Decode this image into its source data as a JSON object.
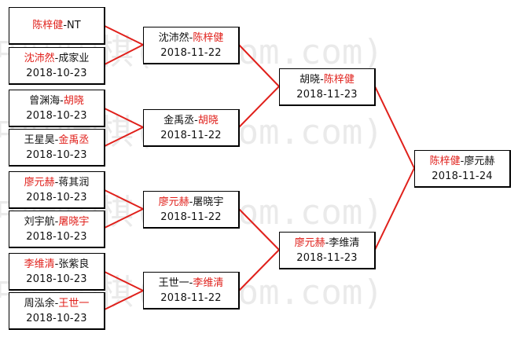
{
  "watermark": "中国围棋(hoetom.com)",
  "colors": {
    "winner": "#e0201b",
    "connector": "#e0201b",
    "border": "#000000"
  },
  "round1": [
    {
      "left": "陈梓健",
      "right": "NT",
      "winner": "left",
      "date": ""
    },
    {
      "left": "沈沛然",
      "right": "成家业",
      "winner": "left",
      "date": "2018-10-23"
    },
    {
      "left": "曾渊海",
      "right": "胡晓",
      "winner": "right",
      "date": "2018-10-23"
    },
    {
      "left": "王星昊",
      "right": "金禹丞",
      "winner": "right",
      "date": "2018-10-23"
    },
    {
      "left": "廖元赫",
      "right": "蒋其润",
      "winner": "left",
      "date": "2018-10-23"
    },
    {
      "left": "刘宇航",
      "right": "屠晓宇",
      "winner": "right",
      "date": "2018-10-23"
    },
    {
      "left": "李维清",
      "right": "张紫良",
      "winner": "left",
      "date": "2018-10-23"
    },
    {
      "left": "周泓余",
      "right": "王世一",
      "winner": "right",
      "date": "2018-10-23"
    }
  ],
  "round2": [
    {
      "left": "沈沛然",
      "right": "陈梓健",
      "winner": "right",
      "date": "2018-11-22"
    },
    {
      "left": "金禹丞",
      "right": "胡晓",
      "winner": "right",
      "date": "2018-11-22"
    },
    {
      "left": "廖元赫",
      "right": "屠晓宇",
      "winner": "left",
      "date": "2018-11-22"
    },
    {
      "left": "王世一",
      "right": "李维清",
      "winner": "right",
      "date": "2018-11-22"
    }
  ],
  "round3": [
    {
      "left": "胡晓",
      "right": "陈梓健",
      "winner": "right",
      "date": "2018-11-23"
    },
    {
      "left": "廖元赫",
      "right": "李维清",
      "winner": "left",
      "date": "2018-11-23"
    }
  ],
  "final": [
    {
      "left": "陈梓健",
      "right": "廖元赫",
      "winner": "left",
      "date": "2018-11-24"
    }
  ]
}
